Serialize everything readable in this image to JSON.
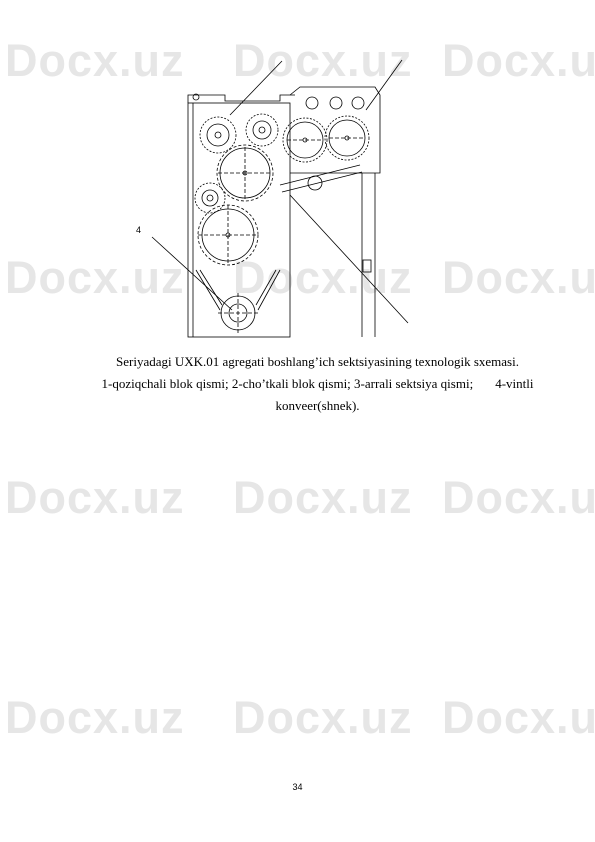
{
  "watermark": {
    "text": "Docx.uz"
  },
  "figure": {
    "callout_label": "4"
  },
  "caption": {
    "title": "Seriyadagi UXK.01 agregati boshlang’ich sektsiyasining texnologik sxemasi.",
    "legend_part1": "1-qoziqchali blok qismi; 2-cho’tkali blok qismi; 3-arrali sektsiya qismi;",
    "legend_part2": "4-vintli",
    "legend_part3": "konveer(shnek)."
  },
  "footer": {
    "page_number": "34"
  },
  "colors": {
    "ink": "#000000",
    "watermark": "#e6e6e6",
    "paper": "#ffffff"
  }
}
